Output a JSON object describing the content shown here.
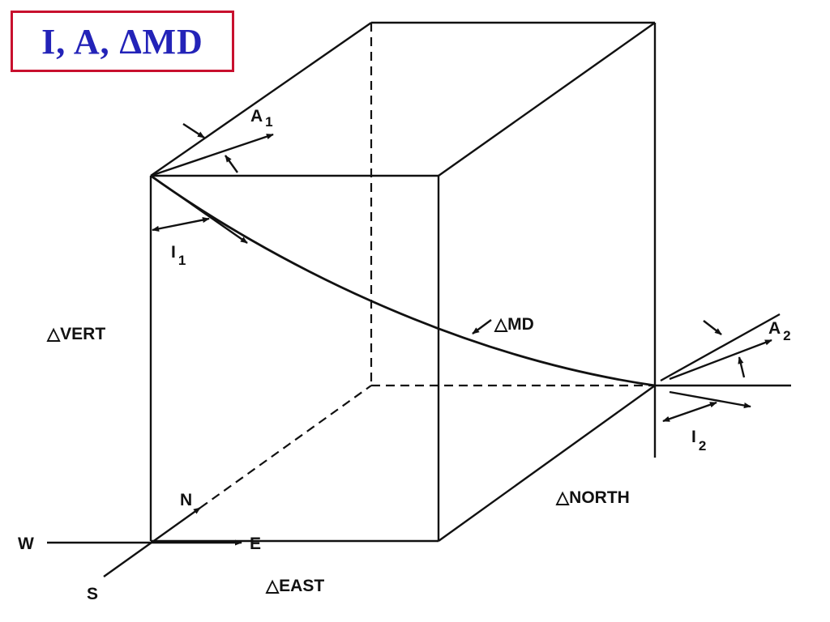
{
  "title": "I, A, ∆MD",
  "colors": {
    "title_text": "#2323b8",
    "title_border": "#c8102e",
    "lines": "#111111"
  },
  "labels": {
    "a1_main": "A",
    "a1_sub": "1",
    "i1_main": "I",
    "i1_sub": "1",
    "a2_main": "A",
    "a2_sub": "2",
    "i2_main": "I",
    "i2_sub": "2",
    "delta_vert": "△VERT",
    "delta_md": "△MD",
    "delta_north": "△NORTH",
    "delta_east": "△EAST",
    "w": "W",
    "e": "E",
    "n": "N",
    "s": "S"
  }
}
